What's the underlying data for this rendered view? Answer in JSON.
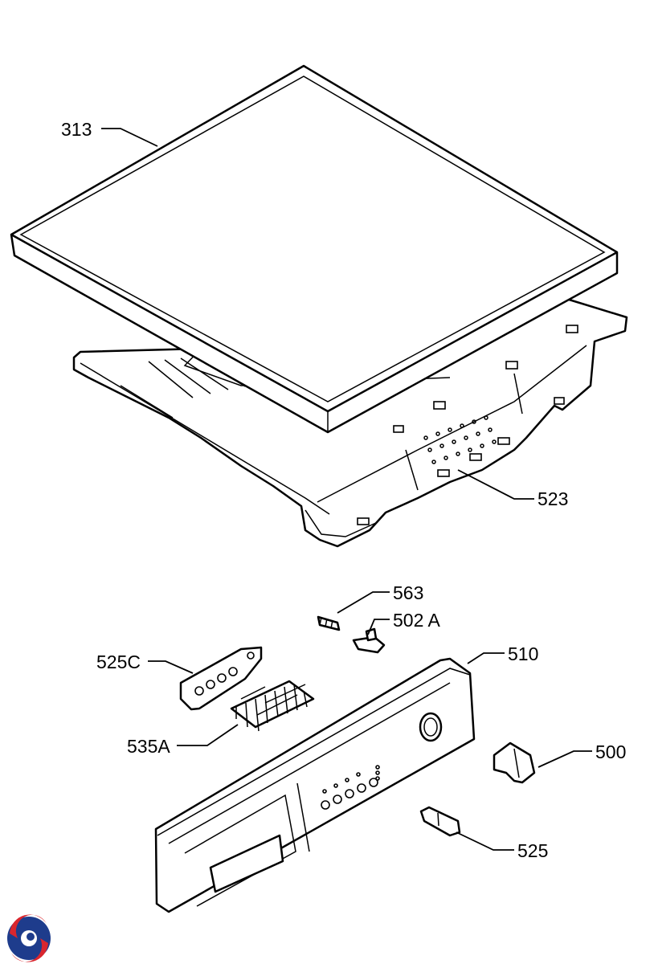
{
  "diagram": {
    "labels": {
      "p313": "313",
      "p523": "523",
      "p563": "563",
      "p502a": "502 A",
      "p525c": "525C",
      "p510": "510",
      "p535a": "535A",
      "p500": "500",
      "p525": "525"
    },
    "logo_icon": "brand-swirl-logo",
    "colors": {
      "logo_red": "#d9262e",
      "logo_blue": "#1e3c8c",
      "line": "#000000"
    }
  }
}
